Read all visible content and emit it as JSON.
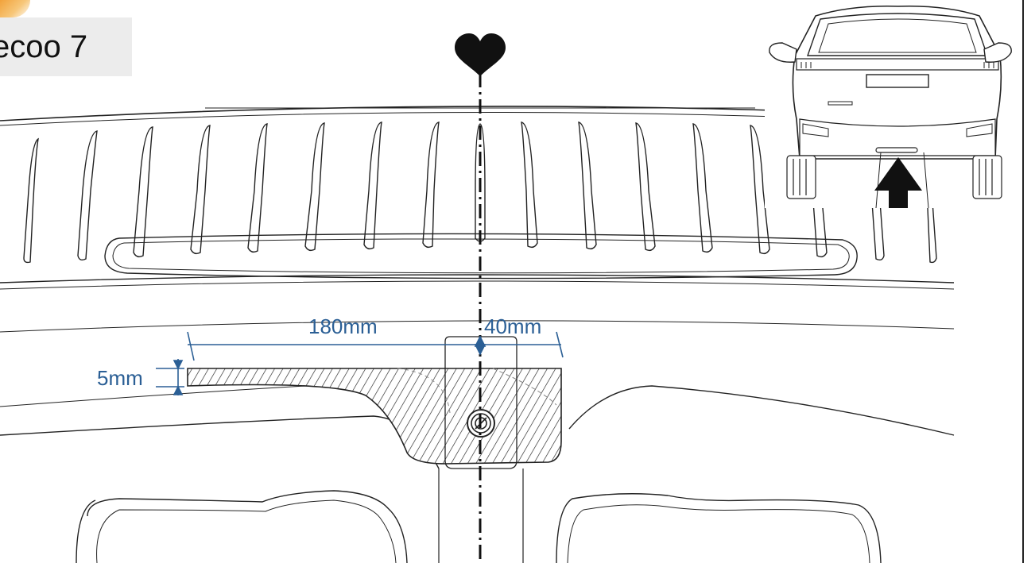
{
  "title": "ecoo 7",
  "dimensions": {
    "length_left": "180mm",
    "length_right": "40mm",
    "height": "5mm"
  },
  "colors": {
    "dimension": "#2b5f95",
    "line": "#1a1a1a",
    "tag_background": "#ececec",
    "accent": "#f2a23a"
  },
  "icons": {
    "center_marker": "heart-icon",
    "direction": "arrow-up-icon"
  }
}
